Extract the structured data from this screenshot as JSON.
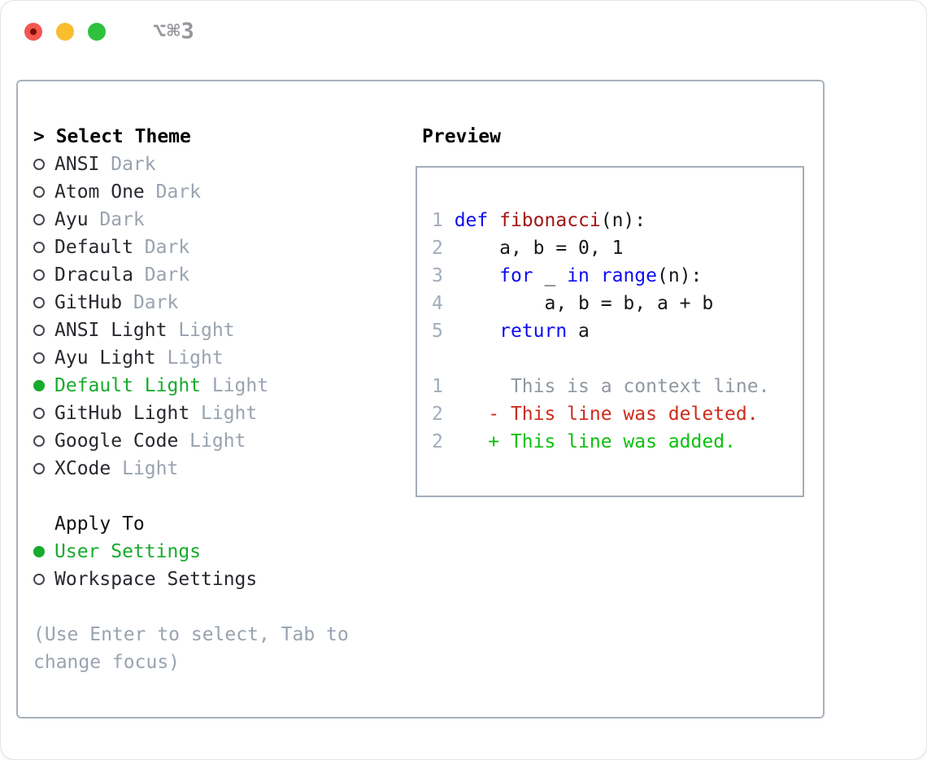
{
  "window": {
    "title": "⌥⌘3",
    "traffic_lights": [
      {
        "name": "close",
        "color": "#f3564f"
      },
      {
        "name": "minimize",
        "color": "#f9bd30"
      },
      {
        "name": "zoom",
        "color": "#2ec13d"
      }
    ]
  },
  "theme_picker": {
    "heading_marker": ">",
    "heading": "Select Theme",
    "heading_text": "> Select Theme",
    "themes": [
      {
        "name": "ANSI",
        "variant": "Dark",
        "selected": false
      },
      {
        "name": "Atom One",
        "variant": "Dark",
        "selected": false
      },
      {
        "name": "Ayu",
        "variant": "Dark",
        "selected": false
      },
      {
        "name": "Default",
        "variant": "Dark",
        "selected": false
      },
      {
        "name": "Dracula",
        "variant": "Dark",
        "selected": false
      },
      {
        "name": "GitHub",
        "variant": "Dark",
        "selected": false
      },
      {
        "name": "ANSI Light",
        "variant": "Light",
        "selected": false
      },
      {
        "name": "Ayu Light",
        "variant": "Light",
        "selected": false
      },
      {
        "name": "Default Light",
        "variant": "Light",
        "selected": true
      },
      {
        "name": "GitHub Light",
        "variant": "Light",
        "selected": false
      },
      {
        "name": "Google Code",
        "variant": "Light",
        "selected": false
      },
      {
        "name": "XCode",
        "variant": "Light",
        "selected": false
      }
    ],
    "apply_to": {
      "heading": "Apply To",
      "options": [
        {
          "label": "User Settings",
          "selected": true
        },
        {
          "label": "Workspace Settings",
          "selected": false
        }
      ]
    },
    "hint_lines": [
      "(Use Enter to select, Tab to",
      "change focus)"
    ]
  },
  "preview": {
    "heading": "Preview",
    "code_lines": [
      {
        "number": "1",
        "tokens": [
          {
            "t": "def",
            "c": "keyword"
          },
          {
            "t": " ",
            "c": "plain"
          },
          {
            "t": "fibonacci",
            "c": "function"
          },
          {
            "t": "(n):",
            "c": "plain"
          }
        ]
      },
      {
        "number": "2",
        "tokens": [
          {
            "t": "    a, b = 0, 1",
            "c": "plain"
          }
        ]
      },
      {
        "number": "3",
        "tokens": [
          {
            "t": "    ",
            "c": "plain"
          },
          {
            "t": "for",
            "c": "keyword"
          },
          {
            "t": " _ ",
            "c": "plain"
          },
          {
            "t": "in",
            "c": "keyword"
          },
          {
            "t": " ",
            "c": "plain"
          },
          {
            "t": "range",
            "c": "keyword"
          },
          {
            "t": "(n):",
            "c": "plain"
          }
        ]
      },
      {
        "number": "4",
        "tokens": [
          {
            "t": "        a, b = b, a + b",
            "c": "plain"
          }
        ]
      },
      {
        "number": "5",
        "tokens": [
          {
            "t": "    ",
            "c": "plain"
          },
          {
            "t": "return",
            "c": "keyword"
          },
          {
            "t": " a",
            "c": "plain"
          }
        ]
      },
      {
        "number": "",
        "tokens": []
      },
      {
        "number": "1",
        "tokens": [
          {
            "t": "     This is a context line.",
            "c": "context"
          }
        ]
      },
      {
        "number": "2",
        "tokens": [
          {
            "t": "   - This line was deleted.",
            "c": "deleted"
          }
        ]
      },
      {
        "number": "2",
        "tokens": [
          {
            "t": "   + This line was added.",
            "c": "added"
          }
        ]
      }
    ]
  },
  "colors": {
    "keyword": "#0d0cf0",
    "function": "#a31515",
    "plain": "#15171b",
    "context": "#8f98a1",
    "deleted": "#cd2c1a",
    "added": "#0cc00c",
    "line_number": "#a2acba",
    "accent_green": "#17ab2b",
    "muted_gray": "#99a3b0",
    "name_dark": "#26292e",
    "panel_border": "#a9b2bc",
    "box_border": "#a4adb7",
    "title_gray": "#97979c",
    "traffic_red": "#f3564f",
    "traffic_red_dot": "#7c0d06",
    "traffic_yellow": "#f9bd30",
    "traffic_green": "#2ec13d",
    "dot_outline": "#43474d"
  }
}
